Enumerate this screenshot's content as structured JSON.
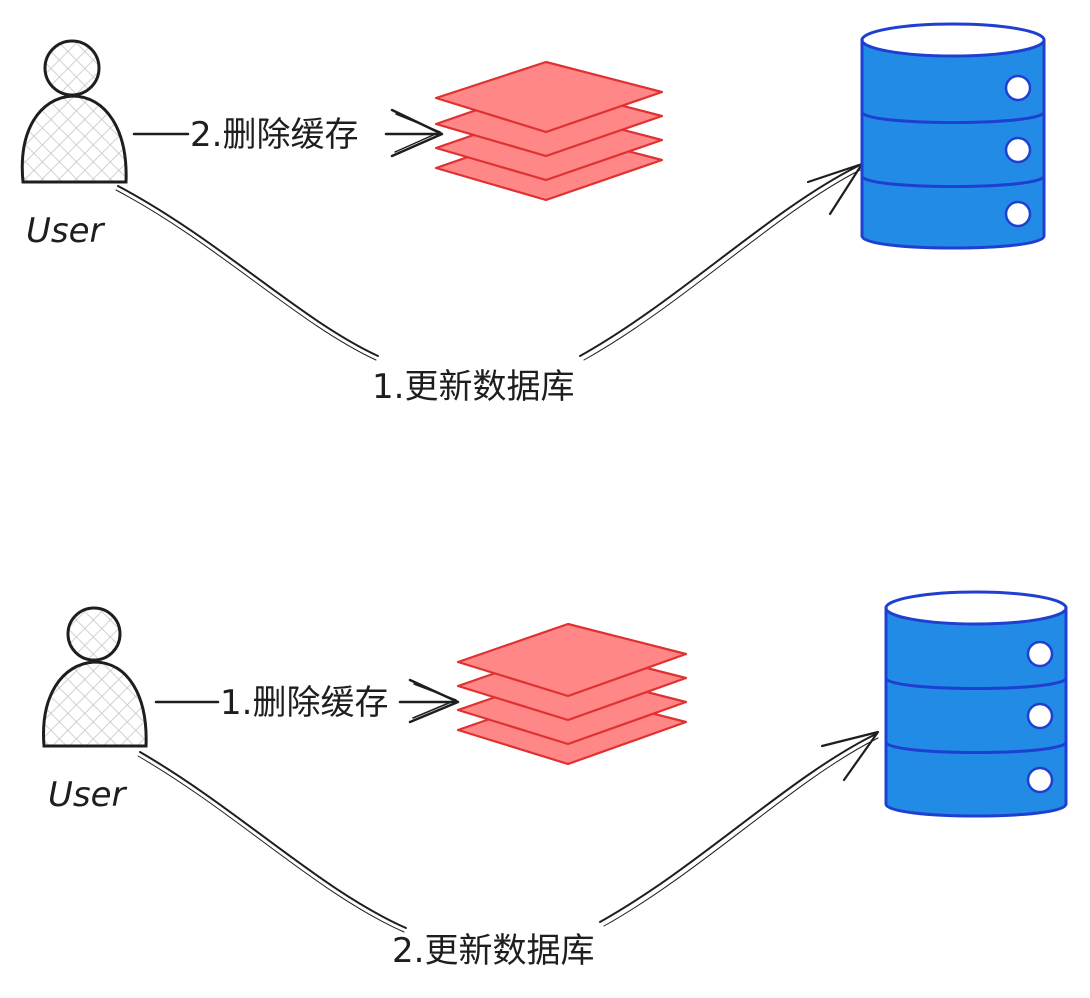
{
  "diagrams": [
    {
      "user_label": "User",
      "cache_step_label": "2.删除缓存",
      "db_step_label": "1.更新数据库"
    },
    {
      "user_label": "User",
      "cache_step_label": "1.删除缓存",
      "db_step_label": "2.更新数据库"
    }
  ],
  "colors": {
    "stroke": "#1e1e1e",
    "cache_fill": "#ff8787",
    "cache_stroke": "#e03131",
    "db_fill": "#228be6",
    "db_stroke": "#1e3fd0",
    "user_hatch": "#c7c7c7"
  },
  "icons": {
    "user": "user-icon",
    "cache": "cache-stack-icon",
    "database": "database-icon"
  }
}
